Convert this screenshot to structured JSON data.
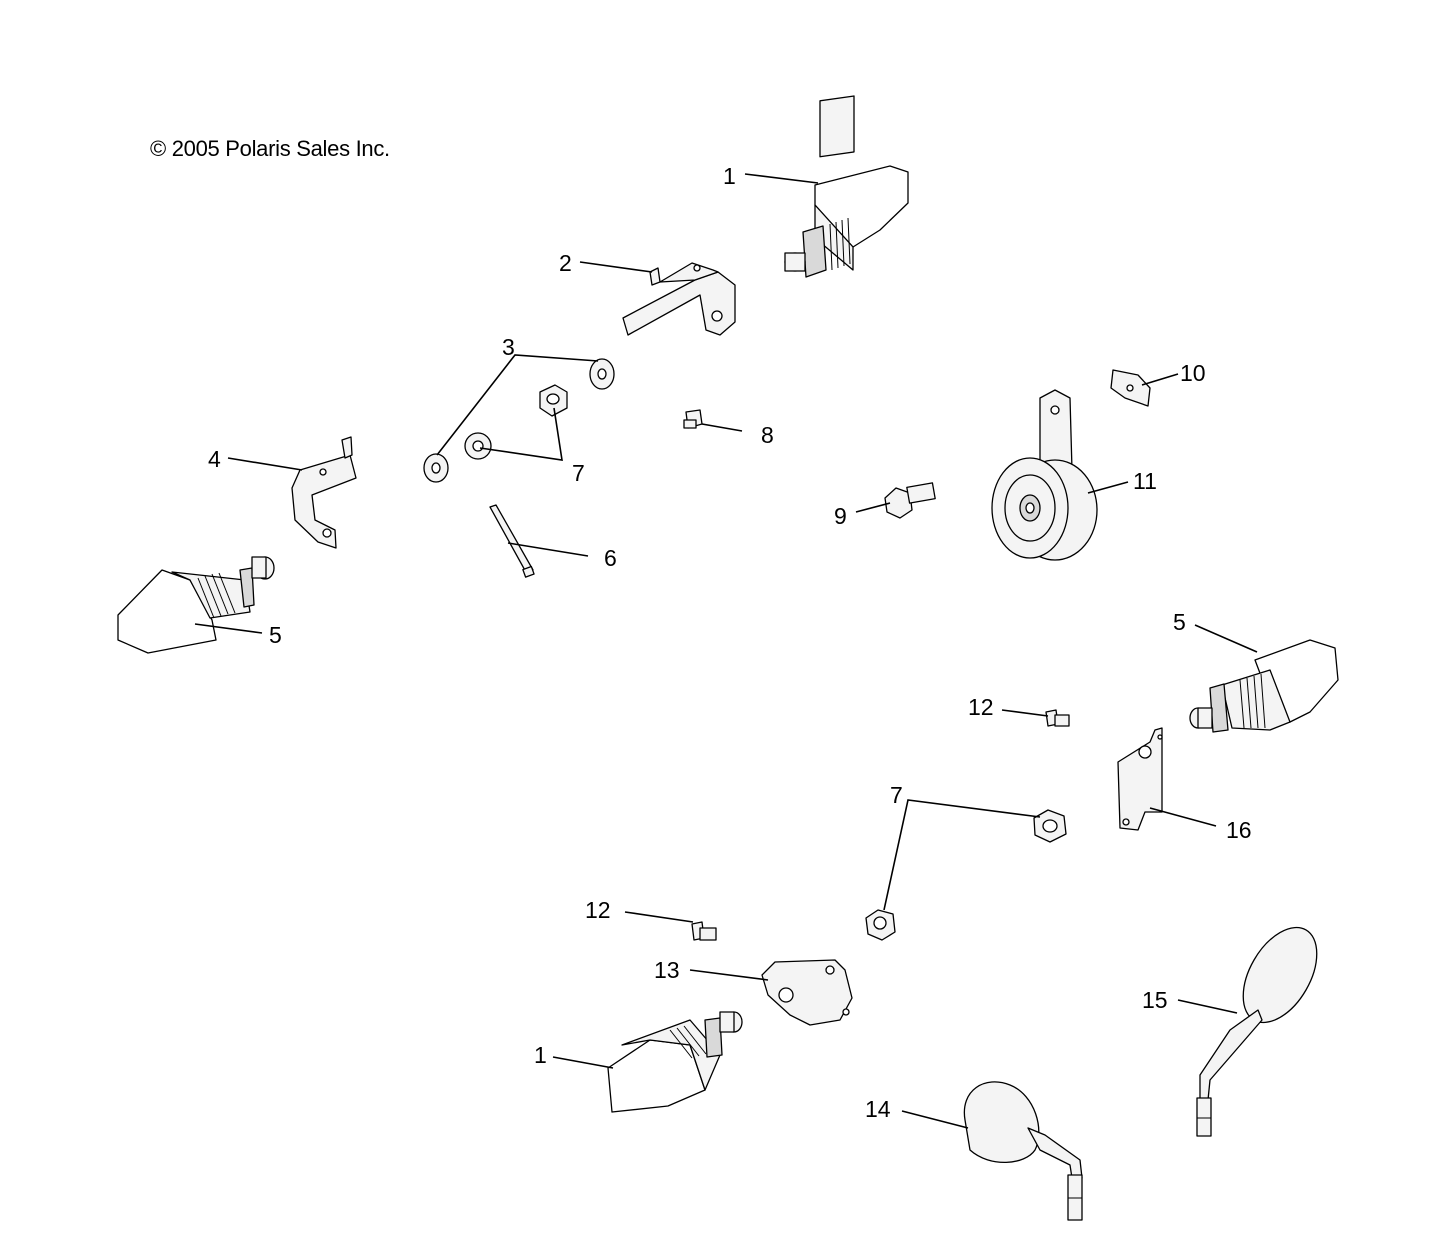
{
  "copyright": "© 2005 Polaris Sales Inc.",
  "callouts": {
    "c1a": "1",
    "c2": "2",
    "c3": "3",
    "c4": "4",
    "c5a": "5",
    "c6": "6",
    "c7a": "7",
    "c8": "8",
    "c9": "9",
    "c10": "10",
    "c11": "11",
    "c5b": "5",
    "c12a": "12",
    "c7b": "7",
    "c16": "16",
    "c12b": "12",
    "c13": "13",
    "c15": "15",
    "c1b": "1",
    "c14": "14"
  }
}
